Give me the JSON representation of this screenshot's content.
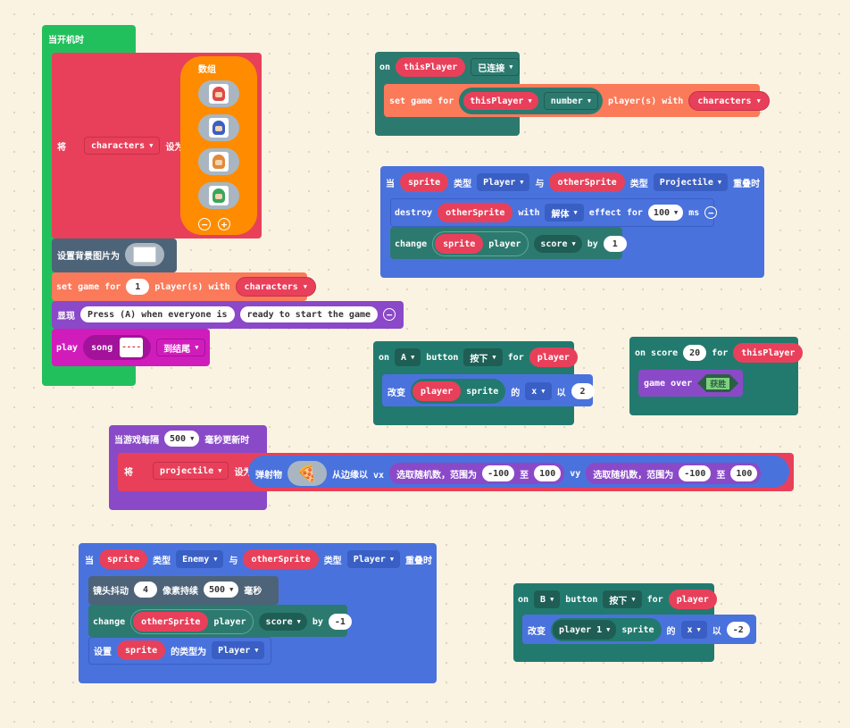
{
  "on_start": {
    "hat": "当开机时",
    "set_var": {
      "prefix": "将",
      "var": "characters",
      "mid": "设为"
    },
    "array_label": "数组",
    "array_items": [
      "red-hero-icon",
      "blue-hero-icon",
      "orange-hero-icon",
      "green-hero-icon"
    ],
    "set_bg": "设置背景图片为",
    "set_game": {
      "prefix": "set game for",
      "count": "1",
      "mid": "player(s) with",
      "var": "characters"
    },
    "show": {
      "label": "显现",
      "text1": "Press (A) when everyone is",
      "text2": "ready to start the game"
    },
    "play": {
      "label": "play",
      "song": "song",
      "mode": "到结尾"
    }
  },
  "on_connected": {
    "prefix": "on",
    "player": "thisPlayer",
    "event": "已连接",
    "set_game": {
      "prefix": "set game for",
      "player": "thisPlayer",
      "prop": "number",
      "mid": "player(s) with",
      "var": "characters"
    }
  },
  "overlap1": {
    "w1": "当",
    "sprite": "sprite",
    "w2": "类型",
    "kind1": "Player",
    "w3": "与",
    "other": "otherSprite",
    "w4": "类型",
    "kind2": "Projectile",
    "w5": "重叠时",
    "destroy": {
      "label": "destroy",
      "target": "otherSprite",
      "w": "with",
      "effect": "解体",
      "w2": "effect for",
      "ms": "100",
      "unit": "ms"
    },
    "change": {
      "label": "change",
      "sprite": "sprite",
      "w": "player",
      "prop": "score",
      "by": "by",
      "val": "1"
    }
  },
  "a_button": {
    "prefix": "on",
    "key": "A",
    "w": "button",
    "state": "按下",
    "for": "for",
    "player": "player",
    "change": {
      "label": "改变",
      "player": "player",
      "w": "sprite",
      "de": "的",
      "prop": "x",
      "yi": "以",
      "val": "2"
    }
  },
  "on_score": {
    "prefix": "on score",
    "score": "20",
    "for": "for",
    "player": "thisPlayer",
    "game_over": "game over",
    "win": "获胜"
  },
  "update": {
    "prefix": "当游戏每隔",
    "ms": "500",
    "suffix": "毫秒更新时",
    "set": {
      "prefix": "将",
      "var": "projectile",
      "mid": "设为",
      "proj": "弹射物",
      "from": "从边缘以 vx",
      "rand1": "选取随机数，范围为",
      "min1": "-100",
      "to1": "至",
      "max1": "100",
      "vy": "vy",
      "rand2": "选取随机数，范围为",
      "min2": "-100",
      "to2": "至",
      "max2": "100"
    }
  },
  "overlap2": {
    "w1": "当",
    "sprite": "sprite",
    "w2": "类型",
    "kind1": "Enemy",
    "w3": "与",
    "other": "otherSprite",
    "w4": "类型",
    "kind2": "Player",
    "w5": "重叠时",
    "shake": {
      "label": "镜头抖动",
      "px": "4",
      "mid": "像素持续",
      "ms": "500",
      "unit": "毫秒"
    },
    "change": {
      "label": "change",
      "sprite": "otherSprite",
      "w": "player",
      "prop": "score",
      "by": "by",
      "val": "-1"
    },
    "set_kind": {
      "label": "设置",
      "sprite": "sprite",
      "mid": "的类型为",
      "kind": "Player"
    }
  },
  "b_button": {
    "prefix": "on",
    "key": "B",
    "w": "button",
    "state": "按下",
    "for": "for",
    "player": "player",
    "change": {
      "label": "改变",
      "player": "player 1",
      "w": "sprite",
      "de": "的",
      "prop": "x",
      "yi": "以",
      "val": "-2"
    }
  },
  "colors": {
    "loops": "#22c05c",
    "vars": "#e8405a",
    "scene": "#4d6378",
    "mp": "#fa7a5a",
    "text": "#8b48c8",
    "music": "#d11cbc",
    "events": "#2c7a6f",
    "sprites": "#4a72dd",
    "controller": "#227a6f",
    "info": "#8a4ac8",
    "arrays": "#ff8c00"
  }
}
